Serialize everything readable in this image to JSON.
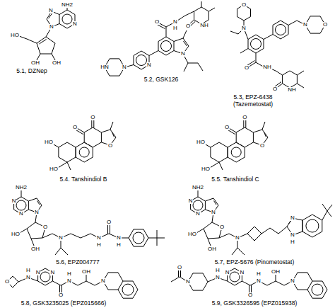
{
  "diagram": {
    "labels": [
      "NH2",
      "N",
      "N",
      "N",
      "HO",
      "OH",
      "OH",
      "5.1, DZNep",
      "O",
      "N",
      "H",
      "O",
      "NH",
      "N",
      "N",
      "N",
      "HN",
      "5.2, GSK126",
      "O",
      "N",
      "N",
      "O",
      "O",
      "NH",
      "O",
      "NH",
      "5.3, EPZ-6438",
      "(Tazemetostat)",
      "O",
      "O",
      "O",
      "HO",
      "HO",
      "5.4. Tanshindiol B",
      "O",
      "O",
      "O",
      "HO",
      "HO",
      "5.5. Tanshindiol C",
      "NH2",
      "N",
      "N",
      "N",
      "O",
      "HO",
      "OH",
      "N",
      "N",
      "H",
      "O",
      "N",
      "H",
      "5.6, EPZ004777",
      "NH2",
      "N",
      "N",
      "N",
      "O",
      "HO",
      "OH",
      "N",
      "N",
      "N",
      "H",
      "5.7, EPZ-5676 (Pinometostat)",
      "O",
      "N",
      "H",
      "N",
      "N",
      "O",
      "N",
      "H",
      "OH",
      "N",
      "5.8, GSK3235025 (EPZ015666)",
      "O",
      "N",
      "N",
      "H",
      "N",
      "N",
      "O",
      "N",
      "H",
      "OH",
      "N",
      "5.9, GSK3326595 (EPZ015938)"
    ]
  }
}
